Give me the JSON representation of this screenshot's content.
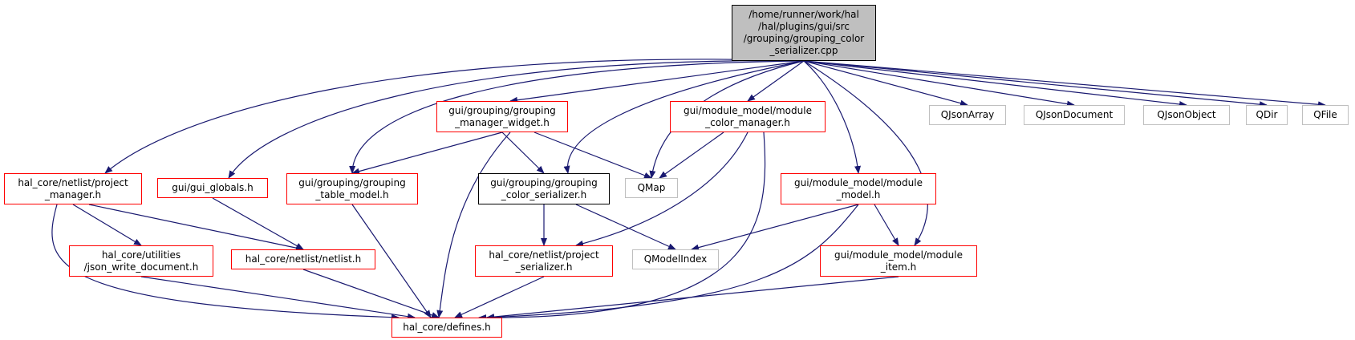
{
  "colors": {
    "edge": "#191970",
    "red_border": "#ff0000",
    "gray_border": "#bfbfbf",
    "black_border": "#000000",
    "root_fill": "#bfbfbf"
  },
  "nodes": {
    "root": {
      "lines": [
        "/home/runner/work/hal",
        "/hal/plugins/gui/src",
        "/grouping/grouping_color",
        "_serializer.cpp"
      ]
    },
    "project_manager": {
      "lines": [
        "hal_core/netlist/project",
        "_manager.h"
      ]
    },
    "gui_globals": {
      "lines": [
        "gui/gui_globals.h"
      ]
    },
    "grouping_table_model": {
      "lines": [
        "gui/grouping/grouping",
        "_table_model.h"
      ]
    },
    "grouping_manager_widget": {
      "lines": [
        "gui/grouping/grouping",
        "_manager_widget.h"
      ]
    },
    "grouping_color_serializer_h": {
      "lines": [
        "gui/grouping/grouping",
        "_color_serializer.h"
      ]
    },
    "qmap": {
      "lines": [
        "QMap"
      ]
    },
    "module_color_manager": {
      "lines": [
        "gui/module_model/module",
        "_color_manager.h"
      ]
    },
    "module_model": {
      "lines": [
        "gui/module_model/module",
        "_model.h"
      ]
    },
    "qjsonarray": {
      "lines": [
        "QJsonArray"
      ]
    },
    "qjsondocument": {
      "lines": [
        "QJsonDocument"
      ]
    },
    "qjsonobject": {
      "lines": [
        "QJsonObject"
      ]
    },
    "qdir": {
      "lines": [
        "QDir"
      ]
    },
    "qfile": {
      "lines": [
        "QFile"
      ]
    },
    "json_write_document": {
      "lines": [
        "hal_core/utilities",
        "/json_write_document.h"
      ]
    },
    "netlist": {
      "lines": [
        "hal_core/netlist/netlist.h"
      ]
    },
    "project_serializer": {
      "lines": [
        "hal_core/netlist/project",
        "_serializer.h"
      ]
    },
    "qmodelindex": {
      "lines": [
        "QModelIndex"
      ]
    },
    "module_item": {
      "lines": [
        "gui/module_model/module",
        "_item.h"
      ]
    },
    "defines": {
      "lines": [
        "hal_core/defines.h"
      ]
    }
  }
}
